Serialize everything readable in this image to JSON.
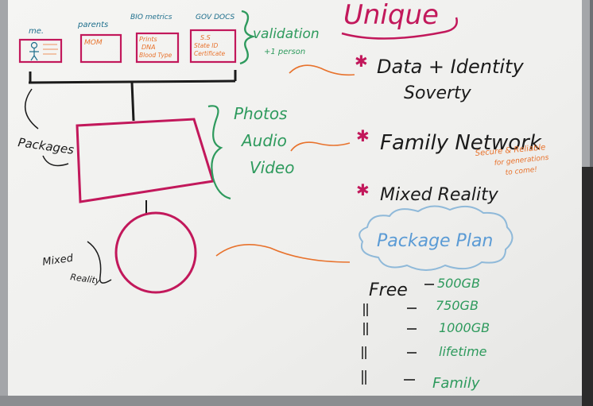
{
  "colors": {
    "pink": "#c2185b",
    "green": "#2e9a5d",
    "black": "#1b1b1b",
    "orange": "#e8722c",
    "blue": "#5b9bd5",
    "board": "#f3f3f1",
    "frame": "#9a9c9f"
  },
  "left_diagram": {
    "boxes": [
      {
        "header": "me.",
        "lines": [
          "",
          "",
          ""
        ]
      },
      {
        "header": "parents",
        "lines": [
          "MOM"
        ]
      },
      {
        "header": "BIO metrics",
        "lines": [
          "Prints",
          "DNA",
          "Blood Type"
        ]
      },
      {
        "header": "GOV DOCS",
        "lines": [
          "S.S",
          "State ID",
          "Certificate"
        ]
      }
    ],
    "validation_label": "validation",
    "validation_sub": "+1 person",
    "packages_label": "Packages",
    "media_items": [
      "Photos",
      "Audio",
      "Video"
    ],
    "mixed_reality_label": [
      "Mixed",
      "Reality"
    ]
  },
  "right_panel": {
    "title": "Unique",
    "features": [
      {
        "text": [
          "Data + Identity",
          "Soverty"
        ]
      },
      {
        "text": [
          "Family Network"
        ],
        "note": [
          "Secure & Reliable",
          "for generations",
          "to come!"
        ]
      },
      {
        "text": [
          "Mixed Reality"
        ]
      }
    ],
    "plan_title": "Package Plan",
    "plans": [
      {
        "price": "Free",
        "value": "500GB"
      },
      {
        "price": "",
        "value": "750GB"
      },
      {
        "price": "",
        "value": "1000GB"
      },
      {
        "price": "",
        "value": "lifetime"
      },
      {
        "price": "",
        "value": "Family"
      }
    ]
  }
}
